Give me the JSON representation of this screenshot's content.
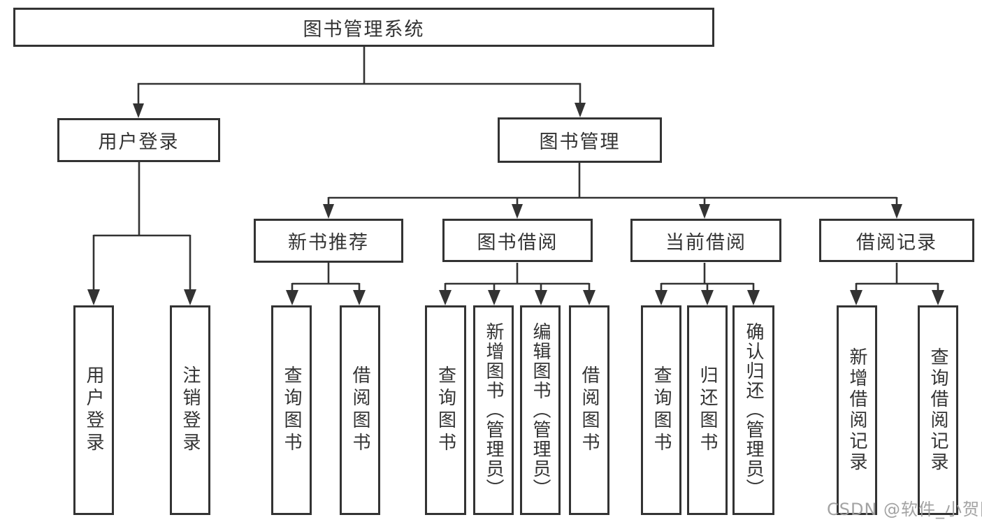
{
  "tree": {
    "root": {
      "label": "图书管理系统"
    },
    "branches": [
      {
        "label": "用户登录",
        "children": [
          {
            "label": "用户登录"
          },
          {
            "label": "注销登录"
          }
        ]
      },
      {
        "label": "图书管理",
        "children": [
          {
            "label": "新书推荐",
            "children": [
              {
                "label": "查询图书"
              },
              {
                "label": "借阅图书"
              }
            ]
          },
          {
            "label": "图书借阅",
            "children": [
              {
                "label": "查询图书"
              },
              {
                "label": "新增图书（管理员）"
              },
              {
                "label": "编辑图书（管理员）"
              },
              {
                "label": "借阅图书"
              }
            ]
          },
          {
            "label": "当前借阅",
            "children": [
              {
                "label": "查询图书"
              },
              {
                "label": "归还图书"
              },
              {
                "label": "确认归还（管理员）"
              }
            ]
          },
          {
            "label": "借阅记录",
            "children": [
              {
                "label": "新增借阅记录"
              },
              {
                "label": "查询借阅记录"
              }
            ]
          }
        ]
      }
    ]
  },
  "watermark": "CSDN @软件_小贺同学",
  "colors": {
    "line": "#333333",
    "text": "#333333",
    "watermark": "#9e9e9e"
  }
}
